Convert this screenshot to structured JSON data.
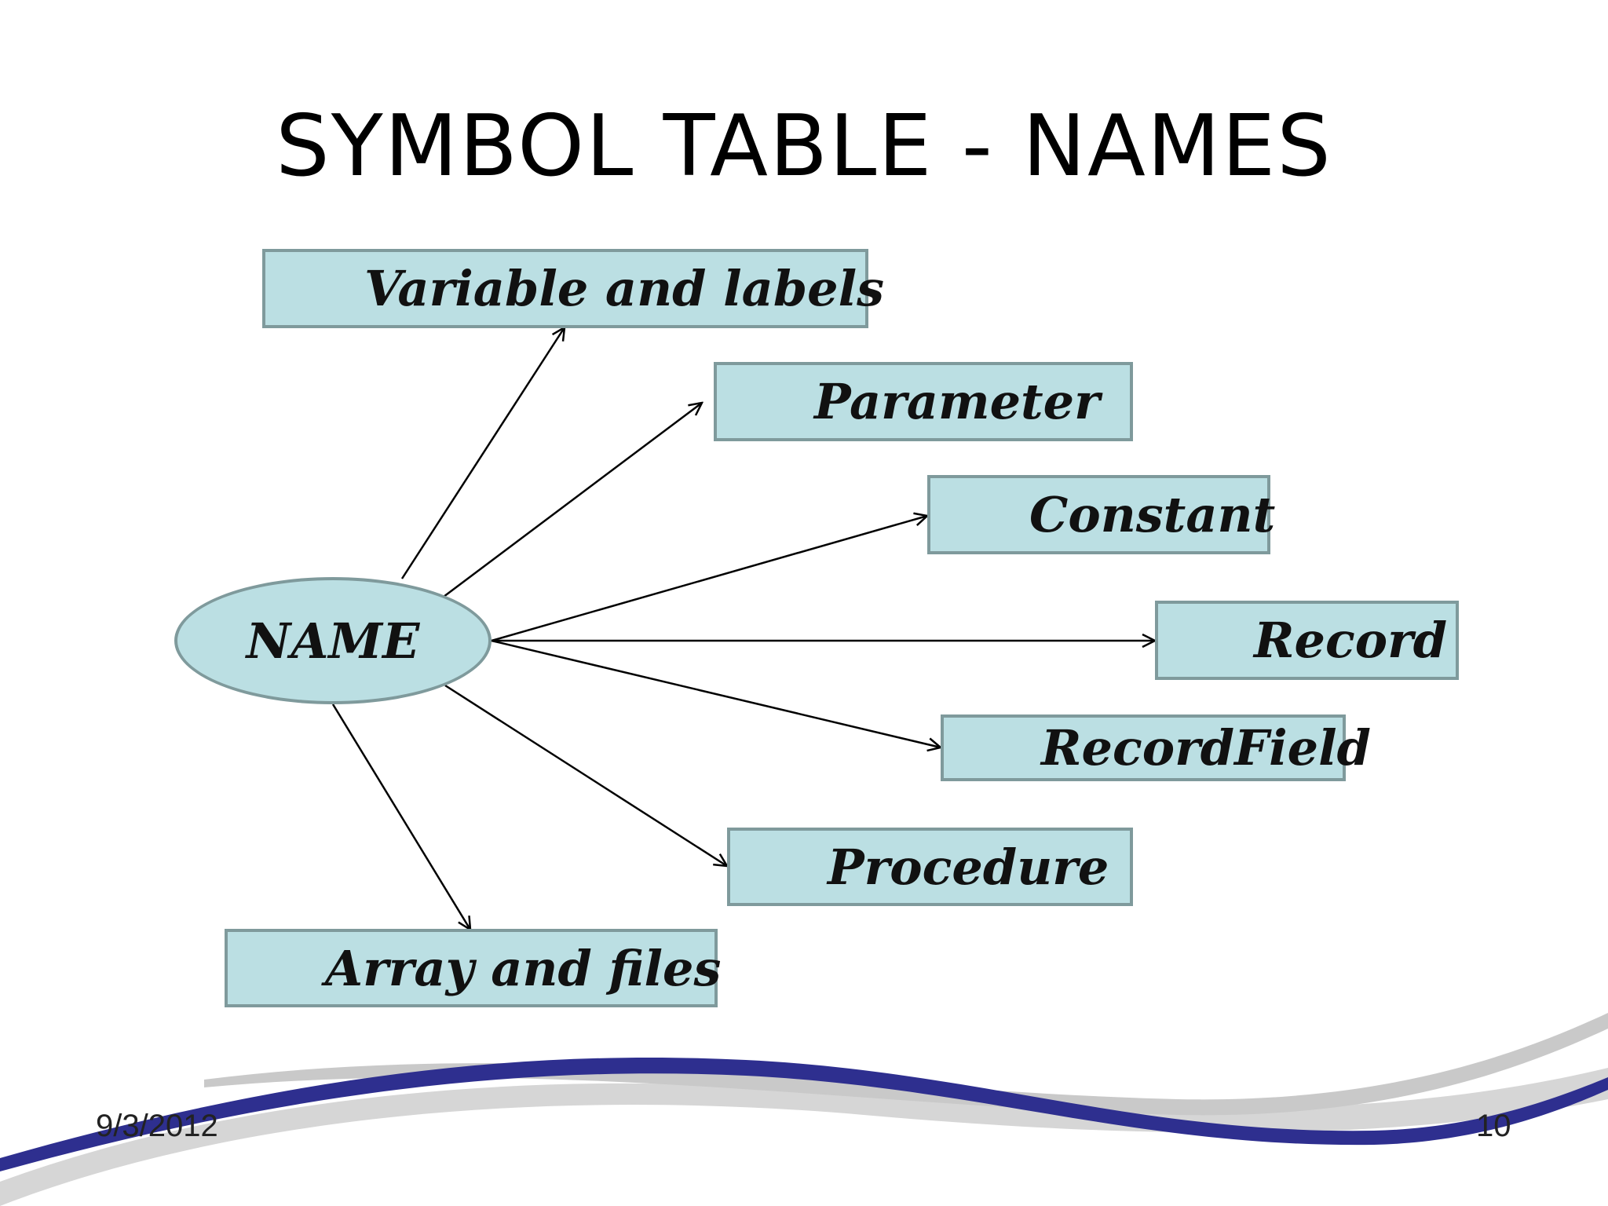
{
  "slide": {
    "title": "SYMBOL TABLE - NAMES",
    "date": "9/3/2012",
    "page_number": "10"
  },
  "diagram": {
    "center": {
      "label": "NAME"
    },
    "nodes": [
      {
        "id": "variable-and-labels",
        "label": "Variable and labels"
      },
      {
        "id": "parameter",
        "label": "Parameter"
      },
      {
        "id": "constant",
        "label": "Constant"
      },
      {
        "id": "record",
        "label": "Record"
      },
      {
        "id": "record-field",
        "label": "RecordField"
      },
      {
        "id": "procedure",
        "label": "Procedure"
      },
      {
        "id": "array-and-files",
        "label": "Array and files"
      }
    ]
  },
  "colors": {
    "node_fill": "#bbdfe3",
    "node_border": "#7f9a9c",
    "wave_blue": "#2e2f8f",
    "wave_gray": "#c8c8c8"
  }
}
